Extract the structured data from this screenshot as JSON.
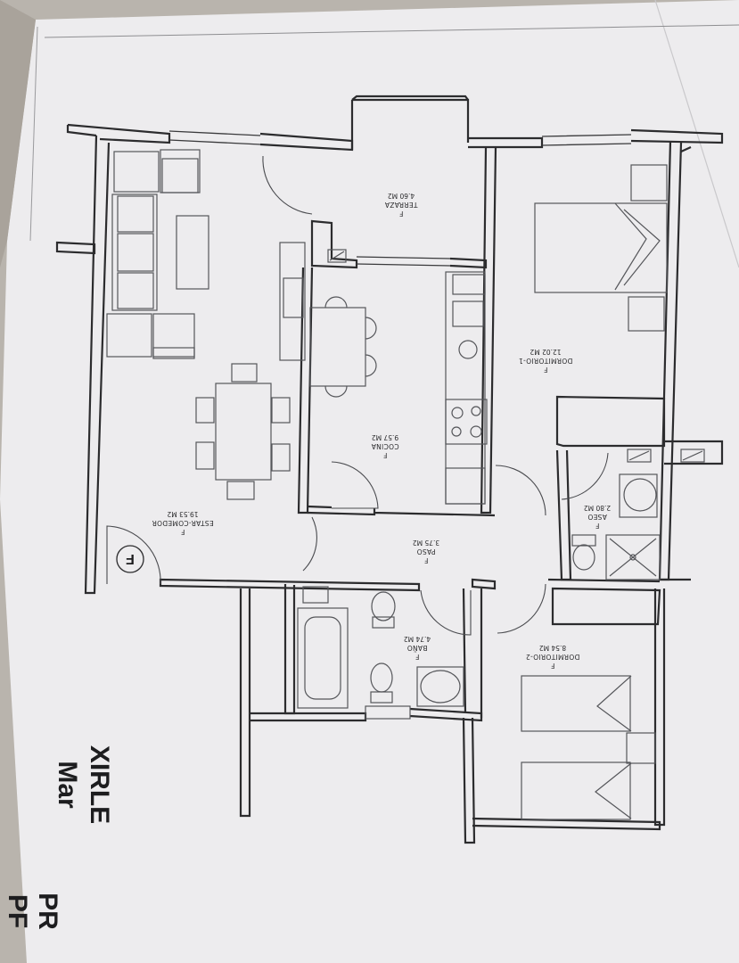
{
  "rooms": {
    "terraza": {
      "marker": "F",
      "name": "TERRAZA",
      "area": "4.60 M2"
    },
    "dormitorio1": {
      "marker": "F",
      "name": "DORMITORIO-1",
      "area": "12.02 M2"
    },
    "cocina": {
      "marker": "F",
      "name": "COCINA",
      "area": "9.57 M2"
    },
    "estar": {
      "marker": "F",
      "name": "ESTAR-COMEDOR",
      "area": "19.53 M2"
    },
    "aseo": {
      "marker": "F",
      "name": "ASEO",
      "area": "2.80 M2"
    },
    "paso": {
      "marker": "F",
      "name": "PASO",
      "area": "3.75 M2"
    },
    "bano": {
      "marker": "F",
      "name": "BAÑO",
      "area": "4.74 M2"
    },
    "dormitorio2": {
      "marker": "F",
      "name": "DORMITORIO-2",
      "area": "8.54 M2"
    }
  },
  "entrance_symbol": "F",
  "side_text": {
    "line1": "XIRLE",
    "line2": "Mar",
    "line3": "PR",
    "line4": "PF"
  },
  "colors": {
    "paper": "#edecee",
    "ink": "#2c2c2e",
    "background": "#b9b4ad"
  }
}
